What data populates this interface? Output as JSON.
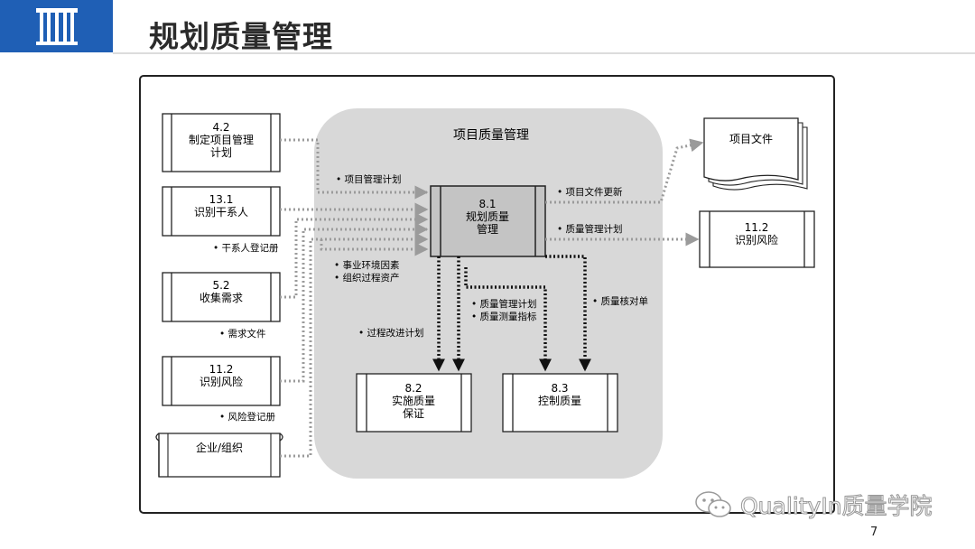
{
  "page": {
    "title": "规划质量管理",
    "page_number": "7"
  },
  "watermark": {
    "text": "QualityIn质量学院",
    "icon": "wechat-icon"
  },
  "diagram": {
    "container_label": "项目质量管理",
    "center_process": [
      "8.1",
      "规划质量",
      "管理"
    ],
    "inputs": [
      {
        "id": "4.2",
        "lines": [
          "4.2",
          "制定项目管理",
          "计划"
        ]
      },
      {
        "id": "13.1",
        "lines": [
          "13.1",
          "识别干系人"
        ]
      },
      {
        "id": "5.2",
        "lines": [
          "5.2",
          "收集需求"
        ]
      },
      {
        "id": "11.2",
        "lines": [
          "11.2",
          "识别风险"
        ]
      },
      {
        "id": "org",
        "lines": [
          "企业/组织"
        ]
      }
    ],
    "input_labels": {
      "pm_plan": "• 项目管理计划",
      "stakeholder_register": "• 干系人登记册",
      "requirements_docs": "• 需求文件",
      "risk_register": "• 风险登记册",
      "eef": "• 事业环境因素",
      "opa": "• 组织过程资产"
    },
    "outputs": {
      "project_docs": "项目文件",
      "project_docs_update": "• 项目文件更新",
      "qm_plan_out": "• 质量管理计划",
      "risk_target": [
        "11.2",
        "识别风险"
      ],
      "process_improvement_plan": "• 过程改进计划",
      "qm_plan": "• 质量管理计划",
      "quality_metrics": "• 质量测量指标",
      "quality_checklists": "• 质量核对单",
      "qa": [
        "8.2",
        "实施质量",
        "保证"
      ],
      "qc": [
        "8.3",
        "控制质量"
      ]
    }
  }
}
